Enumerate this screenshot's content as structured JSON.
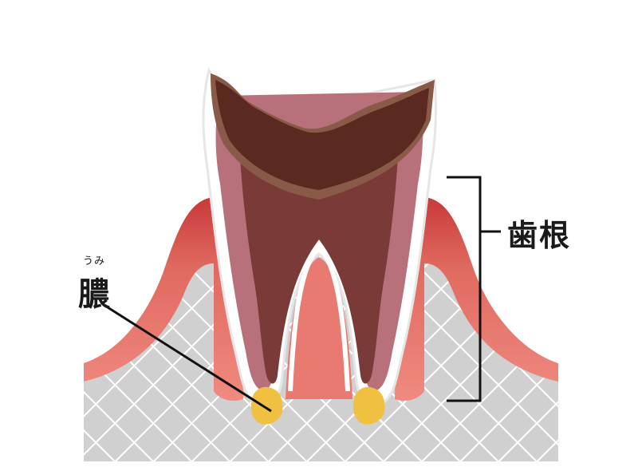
{
  "labels": {
    "root": "歯根",
    "pus": "膿",
    "pus_reading": "うみ"
  },
  "colors": {
    "bone_fill": "#d0d0d0",
    "bone_grid": "#ffffff",
    "gum_outer": "#e87a72",
    "gum_dark": "#c83a3a",
    "enamel": "#ffffff",
    "enamel_shadow": "#e6e6e6",
    "dentin": "#b8707a",
    "pulp": "#7a3a38",
    "decay": "#5a2a20",
    "decay_edge": "#8a5a48",
    "pus": "#f0c040",
    "line": "#111111"
  }
}
